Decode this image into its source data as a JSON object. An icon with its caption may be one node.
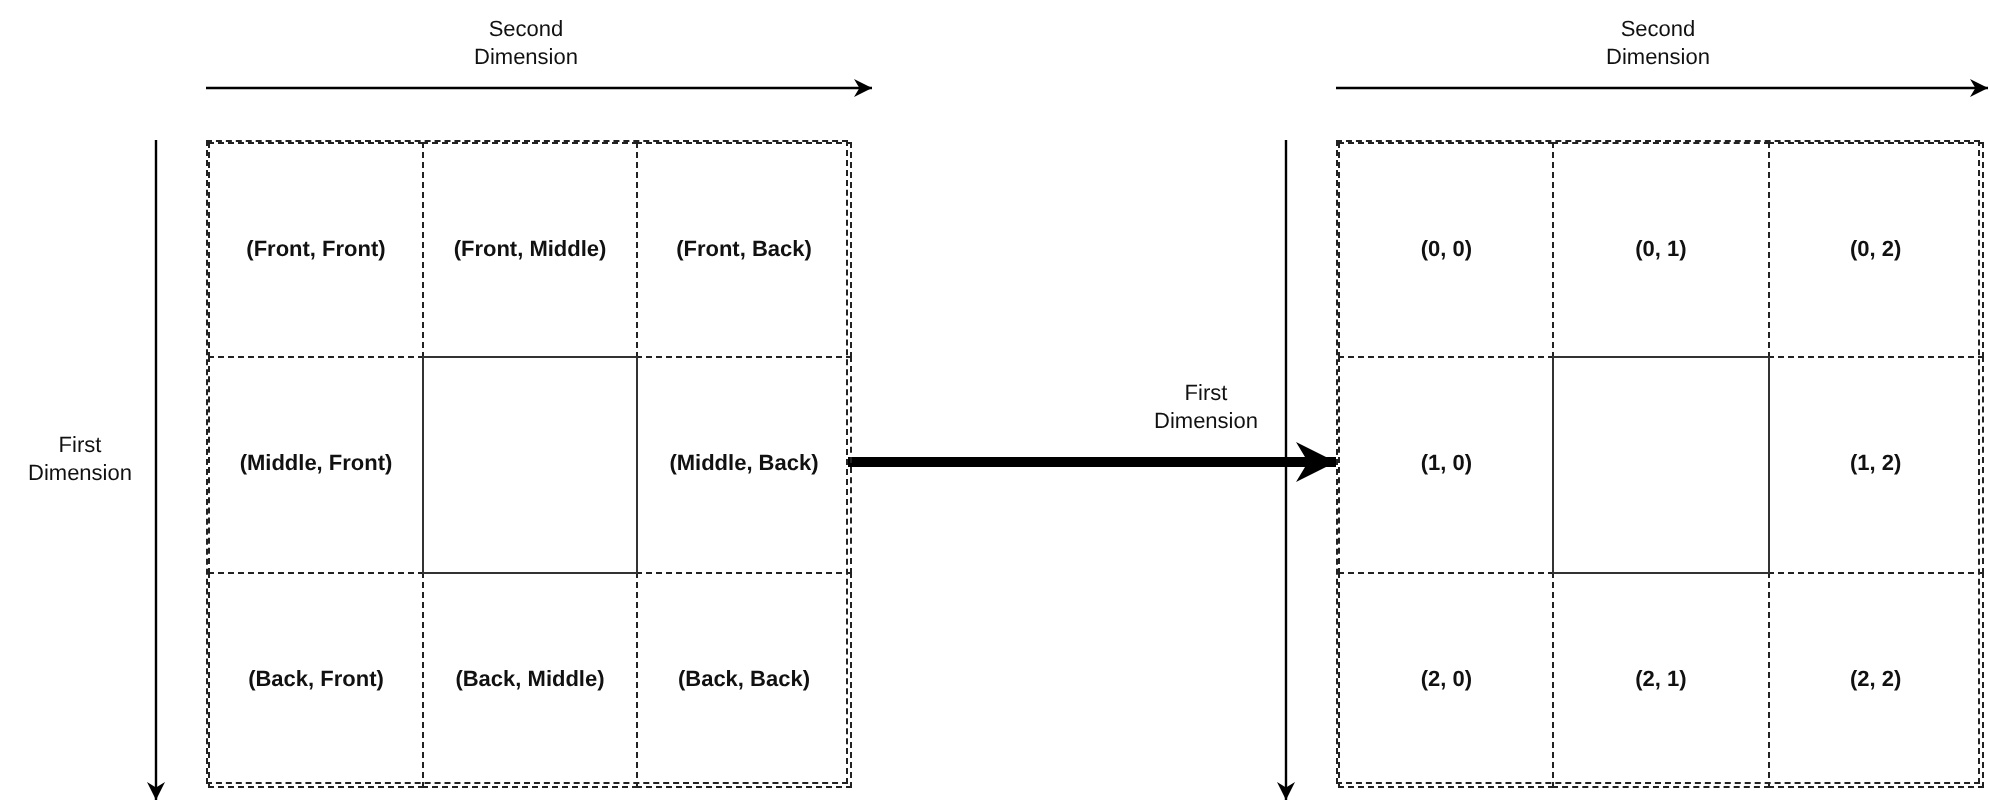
{
  "diagram": {
    "nodes": [
      {
        "text": [],
        "shape": "box"
      },
      {
        "text": [
          "(Front, Front)"
        ],
        "in": 0
      },
      {
        "text": [
          "(Front, Middle)"
        ],
        "in": 0
      },
      {
        "text": [
          "(Front, Back)"
        ],
        "in": 0
      },
      {
        "text": [
          "(Middle, Front)"
        ],
        "in": 0
      },
      {
        "text": [],
        "shape": "box",
        "in": 0
      },
      {
        "text": [
          "(Middle, Back)"
        ],
        "in": 0
      },
      {
        "text": [
          "(Back, Front)"
        ],
        "in": 0
      },
      {
        "text": [
          "(Back, Middle)"
        ],
        "in": 0
      },
      {
        "text": [
          "(Back, Back)"
        ],
        "in": 0
      },
      {
        "text": [],
        "shape": "box"
      },
      {
        "text": [
          "(0, 0)"
        ],
        "in": 10
      },
      {
        "text": [
          "(0, 1)"
        ],
        "in": 10
      },
      {
        "text": [
          "(0, 2)"
        ],
        "in": 10
      },
      {
        "text": [
          "(1, 0)"
        ],
        "in": 10
      },
      {
        "text": [],
        "shape": "box",
        "in": 10
      },
      {
        "text": [
          "(1, 2)"
        ],
        "in": 10
      },
      {
        "text": [
          "(2, 0)"
        ],
        "in": 10
      },
      {
        "text": [
          "(2, 1)"
        ],
        "in": 10
      },
      {
        "text": [
          "(2, 2)"
        ],
        "in": 10
      }
    ],
    "edges": [
      {
        "from": 0,
        "to": 10,
        "arrow": "to"
      }
    ],
    "labels": [
      "Second Dimension",
      "First Dimension",
      "Second Dimension",
      "First Dimension"
    ]
  }
}
